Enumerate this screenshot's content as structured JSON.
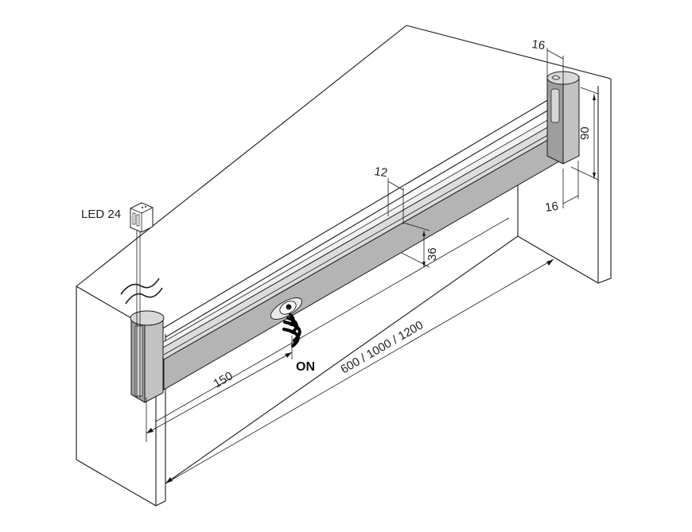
{
  "diagram": {
    "type": "isometric technical drawing",
    "subject": "LED cabinet light bar with touchless sensor, mounted between two end posts under a shelf",
    "colors": {
      "line": "#1a1a1a",
      "bar_face": "#b4b4b4",
      "bar_top": "#dcdcdc",
      "post": "#c2c2c2",
      "background": "#ffffff"
    },
    "labels": {
      "connector": "LED 24",
      "sensor": "ON"
    },
    "dimensions": {
      "post_diameter_top": "16",
      "post_height": "90",
      "post_depth_bottom": "16",
      "profile_depth": "12",
      "profile_height": "36",
      "sensor_offset": "150",
      "lengths": "600 / 1000 / 1200"
    },
    "icons": {
      "sensor_waves": "wireless-signal-icon",
      "cable_break": "wavy-break-icon",
      "connector_plug": "plug-connector-icon"
    }
  }
}
